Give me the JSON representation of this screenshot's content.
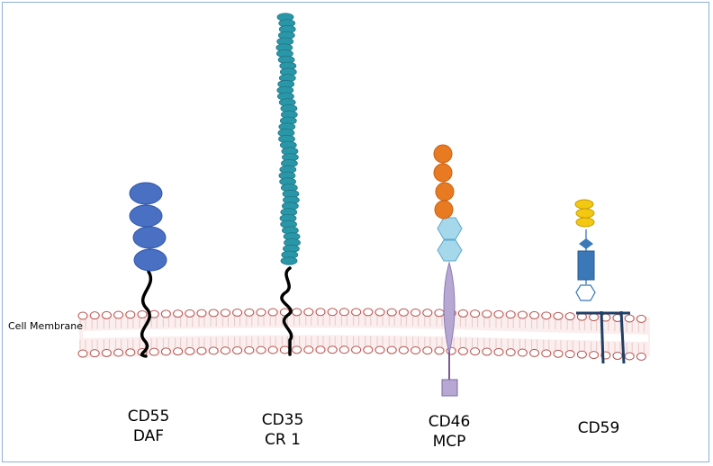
{
  "membrane": {
    "label": "Cell Membrane"
  },
  "proteins": [
    {
      "id": "cd55",
      "name": "CD55",
      "alias": "DAF"
    },
    {
      "id": "cd35",
      "name": "CD35",
      "alias": "CR 1"
    },
    {
      "id": "cd46",
      "name": "CD46",
      "alias": "MCP"
    },
    {
      "id": "cd59",
      "name": "CD59",
      "alias": ""
    }
  ],
  "colors": {
    "frame": "#8fb0d6",
    "lipid_head": "#b5544f",
    "lipid_tail": "#e8c9c6",
    "cd55_domain": "#4a70c4",
    "cd35_domain": "#2a97a8",
    "cd46_scr": "#e87a22",
    "cd46_hex": "#a6d8ec",
    "cd46_stalk": "#b6a8d2",
    "cd59_domain": "#f2c812",
    "cd59_body": "#3a78b8",
    "cd59_anchor": "#1f3f66"
  }
}
